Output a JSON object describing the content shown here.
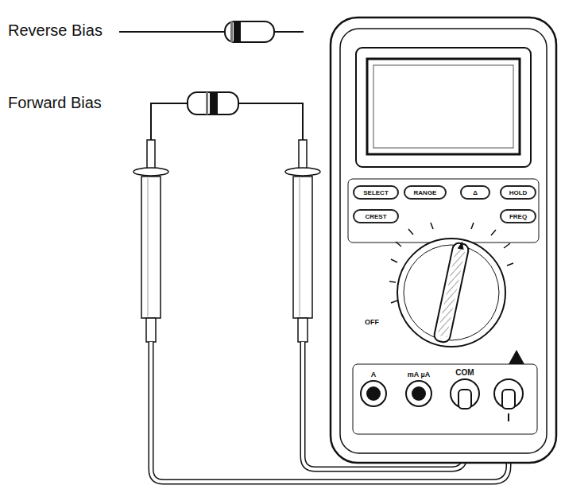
{
  "diagram": {
    "nodes": [
      {
        "text": [
          "SELECT"
        ]
      },
      {
        "text": [
          "RANGE"
        ]
      },
      {
        "text": [
          "Δ"
        ]
      },
      {
        "text": [
          "HOLD"
        ]
      },
      {
        "text": [
          "CREST"
        ]
      },
      {
        "text": [
          "FREQ"
        ]
      }
    ],
    "labels": [
      "Reverse Bias",
      "Forward Bias",
      "A",
      "mA µA",
      "COM",
      "OFF"
    ]
  }
}
